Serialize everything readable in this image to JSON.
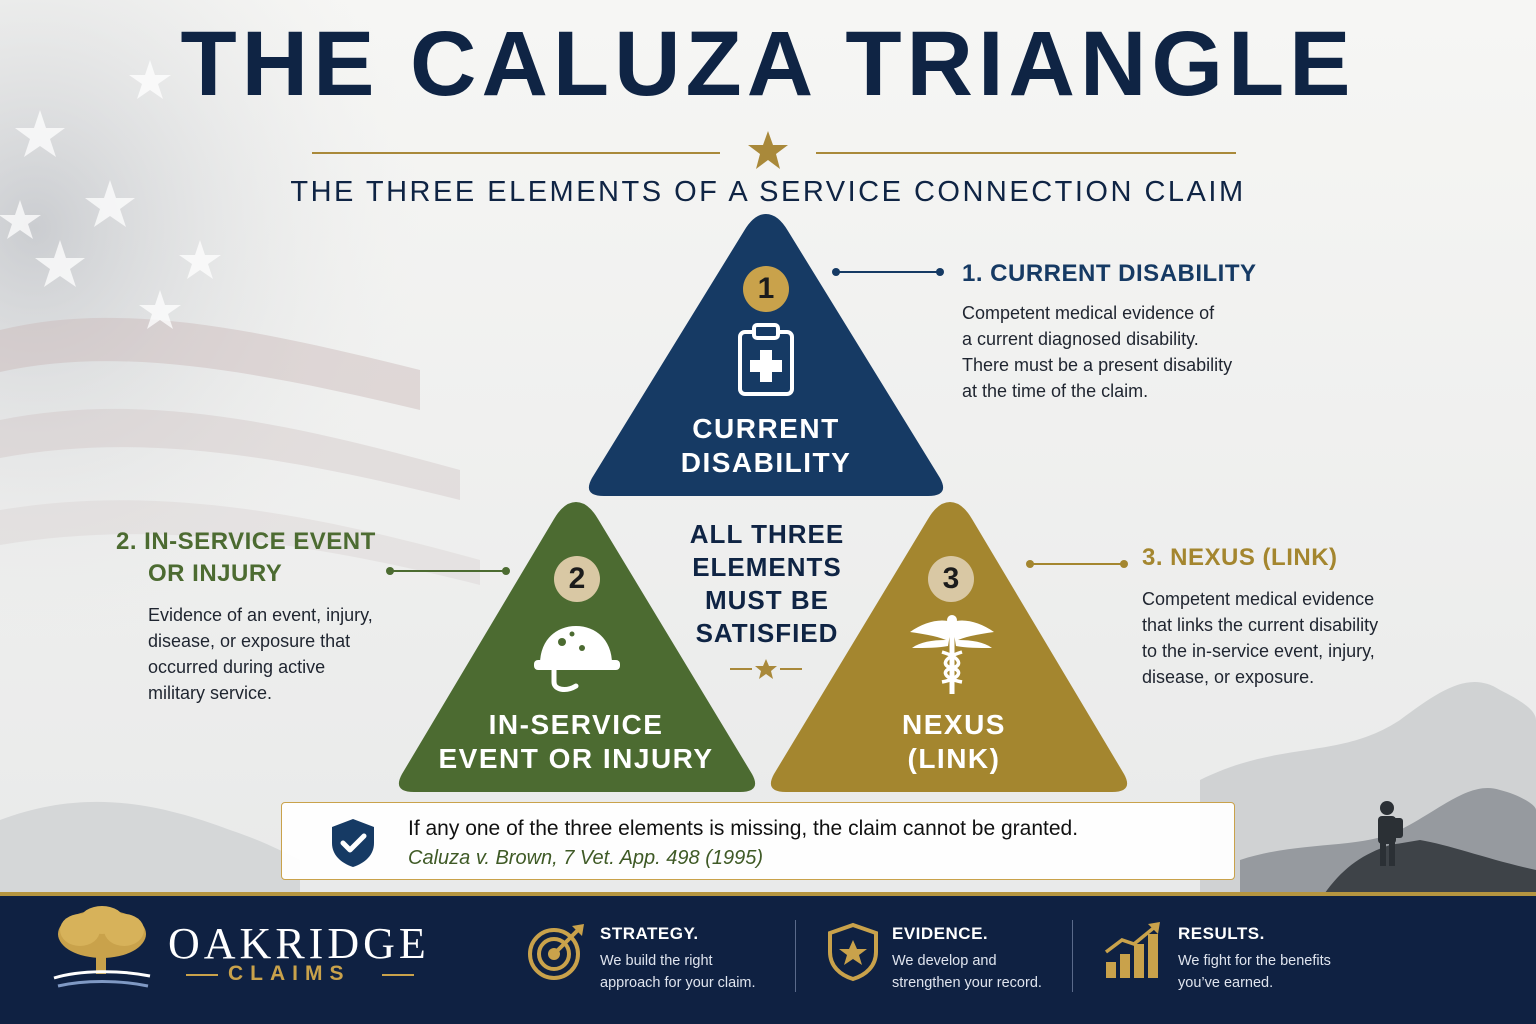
{
  "title": "THE CALUZA TRIANGLE",
  "subtitle": "THE THREE ELEMENTS OF A SERVICE CONNECTION CLAIM",
  "colors": {
    "navy": "#163a64",
    "green": "#4c6b31",
    "gold": "#a4862f",
    "accent_gold": "#b59540",
    "dark": "#0f2444"
  },
  "triangle": {
    "top": {
      "number": "1",
      "label_line1": "CURRENT",
      "label_line2": "DISABILITY",
      "icon": "clipboard-medical-icon"
    },
    "left": {
      "number": "2",
      "label_line1": "IN-SERVICE",
      "label_line2": "EVENT OR INJURY",
      "icon": "military-helmet-icon"
    },
    "right": {
      "number": "3",
      "label_line1": "NEXUS",
      "label_line2": "(LINK)",
      "icon": "caduceus-icon"
    },
    "center_lines": [
      "ALL THREE",
      "ELEMENTS",
      "MUST BE",
      "SATISFIED"
    ]
  },
  "elements": {
    "one": {
      "heading": "1. CURRENT DISABILITY",
      "lines": [
        "Competent medical evidence of",
        "a current diagnosed disability.",
        "There must be a present disability",
        "at the time of the claim."
      ]
    },
    "two": {
      "heading_line1": "2. IN-SERVICE EVENT",
      "heading_line2": "OR INJURY",
      "lines": [
        "Evidence of an event, injury,",
        "disease, or exposure that",
        "occurred during active",
        "military service."
      ]
    },
    "three": {
      "heading": "3. NEXUS (LINK)",
      "lines": [
        "Competent medical evidence",
        "that links the current disability",
        "to the in-service event, injury,",
        "disease, or exposure."
      ]
    }
  },
  "note": {
    "icon": "shield-check-icon",
    "main": "If any one of the three elements is missing, the claim cannot be granted.",
    "citation": "Caluza v. Brown, 7 Vet. App. 498 (1995)"
  },
  "footer": {
    "brand_name": "OAKRIDGE",
    "brand_sub": "CLAIMS",
    "logo_icon": "oak-tree-logo-icon",
    "features": [
      {
        "icon": "target-icon",
        "title": "STRATEGY.",
        "line1": "We build the right",
        "line2": "approach for your claim."
      },
      {
        "icon": "shield-star-icon",
        "title": "EVIDENCE.",
        "line1": "We develop and",
        "line2": "strengthen your record."
      },
      {
        "icon": "growth-chart-icon",
        "title": "RESULTS.",
        "line1": "We fight for the benefits",
        "line2": "you’ve earned."
      }
    ]
  }
}
